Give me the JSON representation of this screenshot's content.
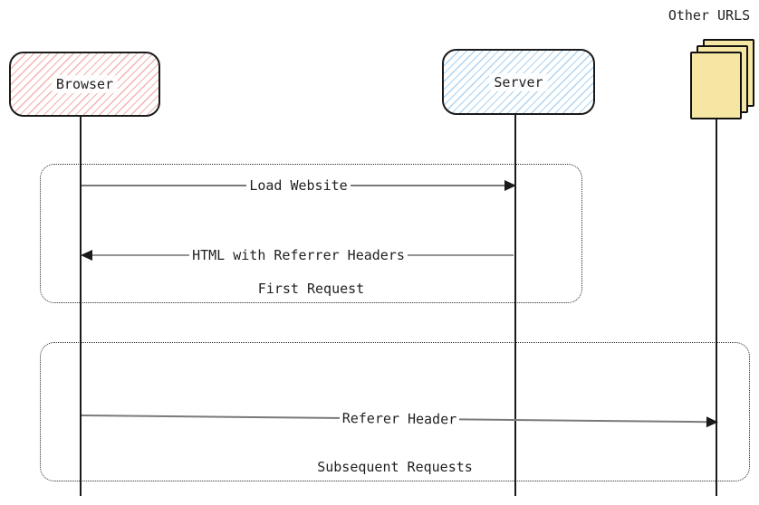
{
  "diagram": {
    "type": "sequence",
    "actors": [
      {
        "id": "browser",
        "label": "Browser",
        "style": "red-hatched-box"
      },
      {
        "id": "server",
        "label": "Server",
        "style": "blue-hatched-box"
      },
      {
        "id": "other-urls",
        "label": "Other URLS",
        "style": "document-stack"
      }
    ],
    "groups": [
      {
        "label": "First Request"
      },
      {
        "label": "Subsequent Requests"
      }
    ],
    "messages": [
      {
        "label": "Load Website",
        "from": "Browser",
        "to": "Server",
        "group": "First Request"
      },
      {
        "label": "HTML with Referrer Headers",
        "from": "Server",
        "to": "Browser",
        "group": "First Request"
      },
      {
        "label": "Referer Header",
        "from": "Browser",
        "to": "Other URLS",
        "group": "Subsequent Requests"
      }
    ],
    "colors": {
      "browser_hatch": "#f3b2b0",
      "server_hatch": "#aed4f1",
      "document_fill": "#f5e7a3",
      "message_line_gray": "#7a7a7a",
      "ink": "#1a1a1a",
      "background": "#ffffff"
    }
  }
}
